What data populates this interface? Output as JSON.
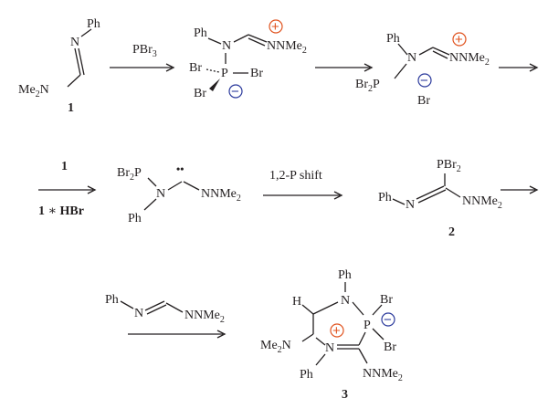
{
  "labels": {
    "ph": "Ph",
    "n": "N",
    "nme2": "NMe",
    "me2n": "Me",
    "me2n_n": "N",
    "sub2": "2",
    "p": "P",
    "br": "Br",
    "br2p": "Br",
    "br2p_p": "P",
    "pbr2": "PBr",
    "h": "H",
    "plus": "+",
    "minus": "−",
    "lone_pair": "••"
  },
  "compounds": {
    "c1": "1",
    "c2": "2",
    "c3": "3"
  },
  "reagents": {
    "pbr3_a": "PBr",
    "pbr3_sub": "3",
    "cond_c1": "1",
    "hbr_prefix": "1",
    "hbr_times": " ∗ ",
    "hbr": "HBr",
    "shift": "1,2-P shift"
  },
  "colors": {
    "positive_charge": "#e0531f",
    "negative_charge": "#2b3a9c",
    "ink": "#231f20"
  }
}
